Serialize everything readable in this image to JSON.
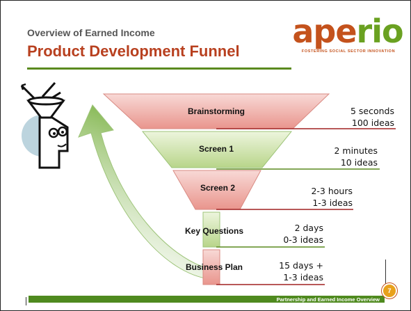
{
  "header": {
    "subtitle": "Overview of Earned Income",
    "title": "Product Development Funnel"
  },
  "logo": {
    "word_a": "ape",
    "word_b": "rio",
    "tagline": "FOSTERING  SOCIAL SECTOR INNOVATION"
  },
  "stages": [
    {
      "label": "Brainstorming",
      "time": "5 seconds",
      "ideas": "100 ideas"
    },
    {
      "label": "Screen 1",
      "time": "2 minutes",
      "ideas": "10 ideas"
    },
    {
      "label": "Screen 2",
      "time": "2-3 hours",
      "ideas": "1-3 ideas"
    },
    {
      "label": "Key Questions",
      "time": "2 days",
      "ideas": "0-3 ideas"
    },
    {
      "label": "Business Plan",
      "time": "15 days +",
      "ideas": "1-3 ideas"
    }
  ],
  "footer": {
    "text": "Partnership and Earned Income Overview",
    "page": "7"
  },
  "colors": {
    "title": "#b8401f",
    "rule": "#5a8a1e",
    "pink_stage": "#f2b9b3",
    "green_stage": "#cfe3a8",
    "underline_red": "#a02020",
    "underline_green": "#5a8a1e",
    "footer_bar": "#4f8a1f"
  },
  "icons": [
    "funnel-head-clipart-icon",
    "curved-arrow-icon"
  ]
}
